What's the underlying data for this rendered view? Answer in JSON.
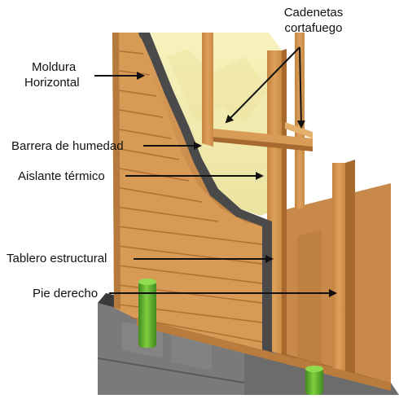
{
  "labels": {
    "moldura_line1": "Moldura",
    "moldura_line2": "Horizontal",
    "cadenetas_line1": "Cadenetas",
    "cadenetas_line2": "cortafuego",
    "barrera": "Barrera de humedad",
    "aislante": "Aislante térmico",
    "tablero": "Tablero estructural",
    "pie": "Pie derecho"
  },
  "colors": {
    "wood_light": "#e0a862",
    "wood_mid": "#c98a45",
    "wood_dark": "#a8692f",
    "insulation": "#f3eeb0",
    "membrane": "#4a4a4a",
    "foundation": "#6f6f6f",
    "gravel": "#3d3d3d",
    "anchor": "#63b22e",
    "arrow": "#111111"
  }
}
